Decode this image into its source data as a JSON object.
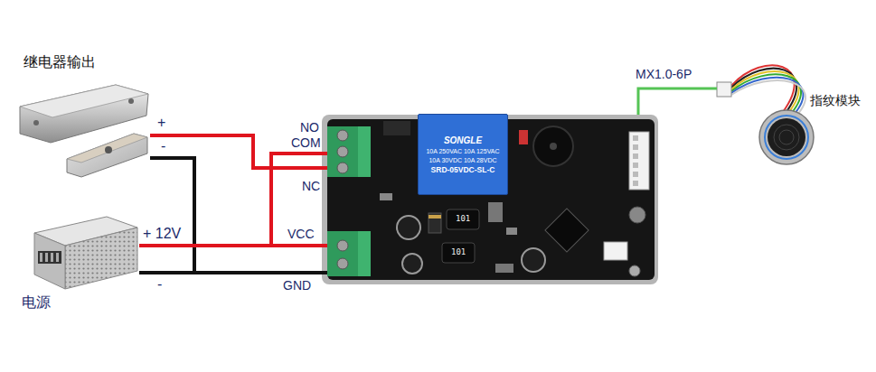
{
  "diagram": {
    "nodes": [
      {
        "text": [
          "继电器输出"
        ]
      },
      {
        "text": [
          "NO",
          "COM",
          "NC"
        ]
      },
      {
        "text": [
          "SONGLE",
          "10A 250VAC 10A 125VAC",
          "10A 30VDC 10A 28VDC",
          "SRD-05VDC-SL-C"
        ]
      },
      {
        "text": [
          "指纹模块"
        ]
      },
      {
        "text": [
          "VCC",
          "GND"
        ]
      },
      {
        "text": [
          "电源"
        ]
      }
    ],
    "edges": [
      {
        "from": 0,
        "to": 1,
        "label": "+",
        "arrow": "none"
      },
      {
        "from": 0,
        "to": 4,
        "label": "-",
        "arrow": "none"
      },
      {
        "from": 5,
        "to": 4,
        "label": "+ 12V",
        "arrow": "none"
      },
      {
        "from": 5,
        "to": 4,
        "label": "-",
        "arrow": "none"
      },
      {
        "from": 4,
        "to": 1,
        "arrow": "none"
      }
    ],
    "labels": [
      "MX1.0-6P",
      "101",
      "101"
    ]
  }
}
